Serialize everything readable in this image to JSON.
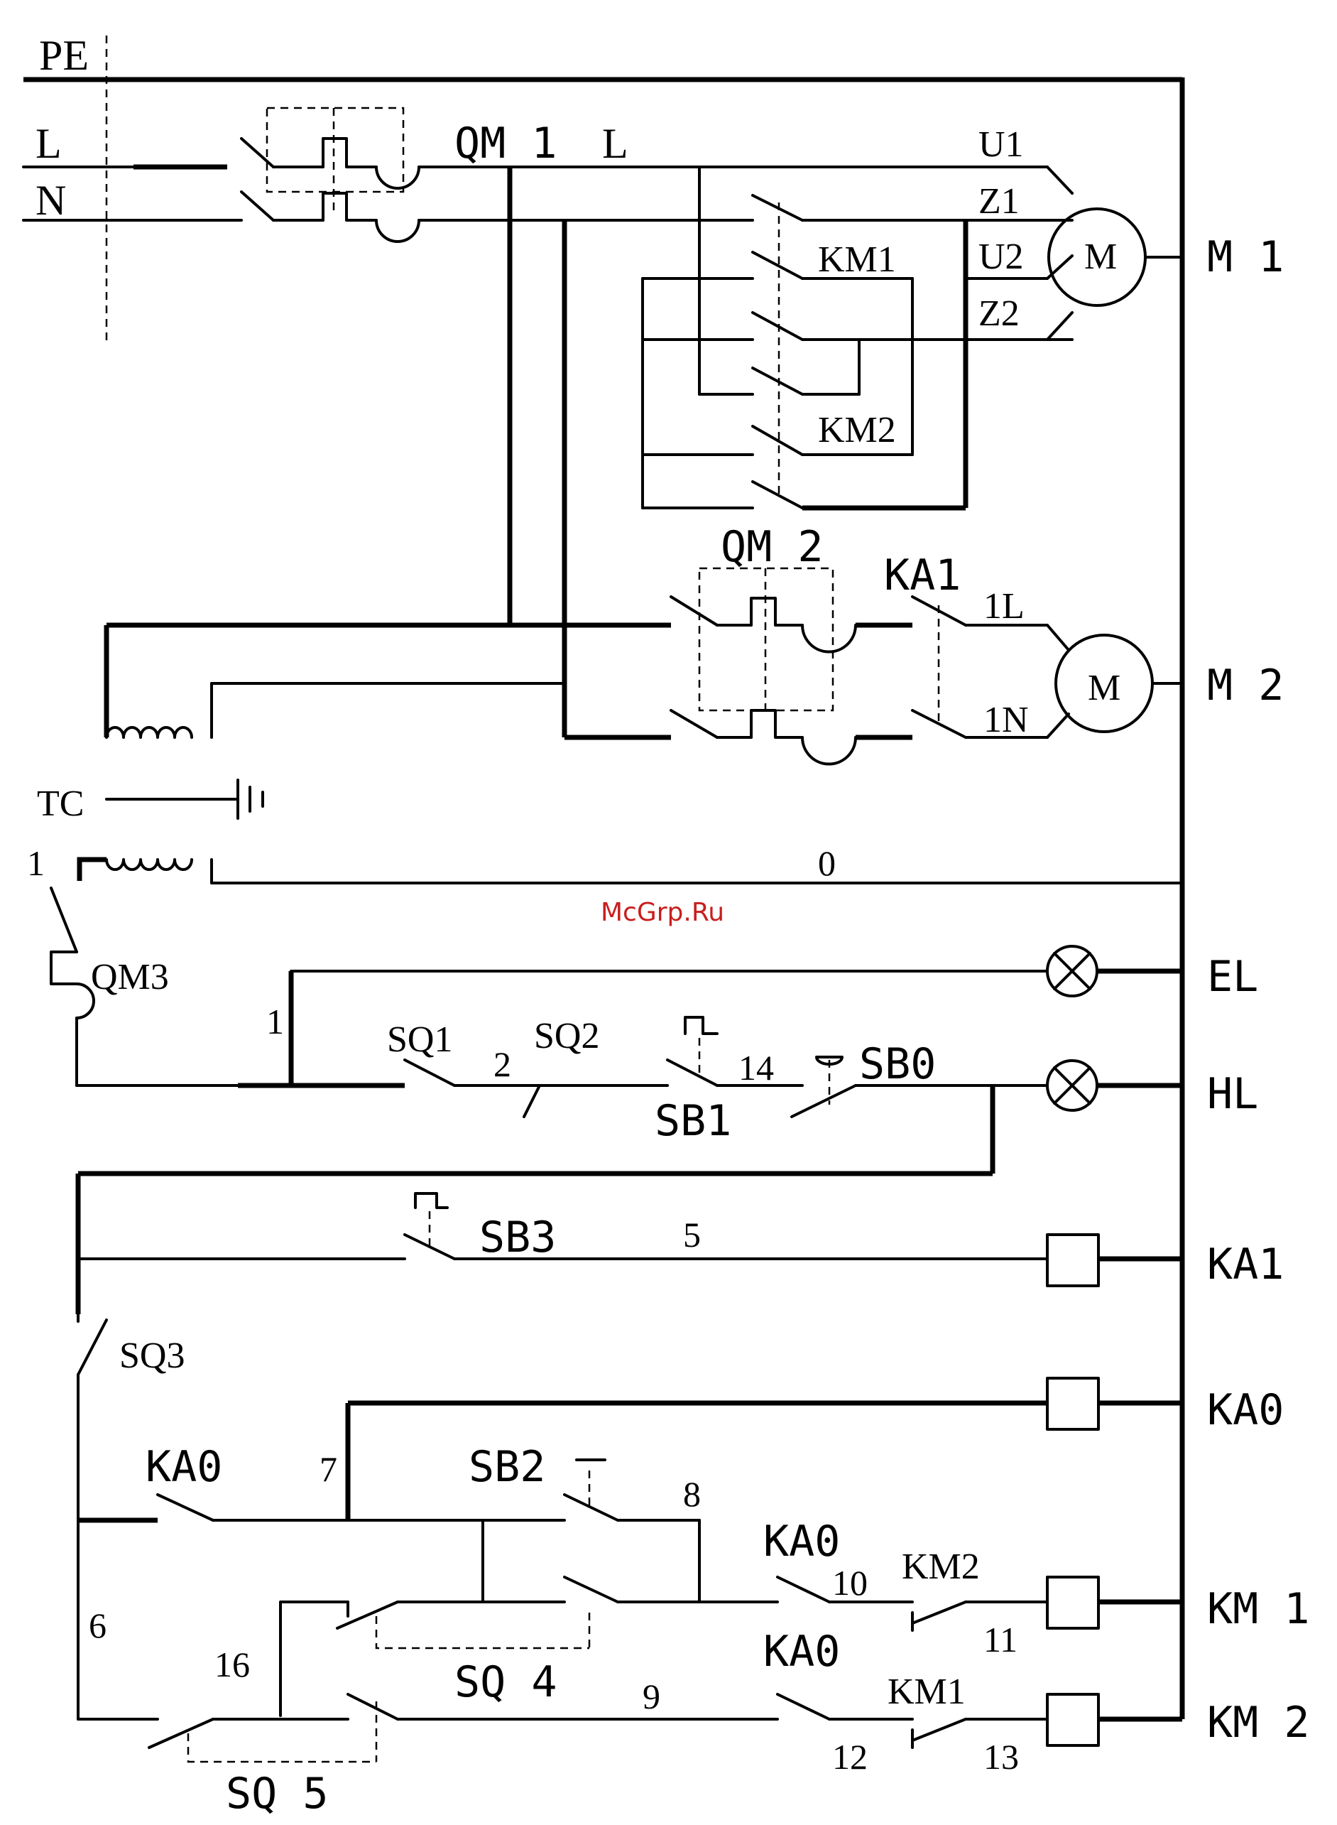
{
  "watermark": "McGrp.Ru",
  "bus_labels": {
    "pe": "PE",
    "l": "L",
    "n": "N",
    "l2": "L"
  },
  "breakers": {
    "qm1": "QM 1",
    "qm2": "QM 2",
    "qm3": "QM3"
  },
  "transformer": {
    "tc": "TC"
  },
  "motor1": {
    "id": "M 1",
    "symbol": "M",
    "terminals": [
      "U1",
      "Z1",
      "U2",
      "Z2"
    ]
  },
  "motor2": {
    "id": "M 2",
    "symbol": "M",
    "terminals": [
      "1L",
      "1N"
    ]
  },
  "contactors": {
    "km1": "KM1",
    "km2": "KM2",
    "ka1": "KA1"
  },
  "loads": {
    "el": "EL",
    "hl": "HL",
    "ka1": "KA1",
    "ka0": "KA0",
    "km1": "KM 1",
    "km2": "KM 2"
  },
  "contacts": {
    "sq1": "SQ1",
    "sq2": "SQ2",
    "sb1": "SB1",
    "sb0": "SB0",
    "sb3": "SB3",
    "sq3": "SQ3",
    "ka0_a": "KA0",
    "sb2": "SB2",
    "ka0_b": "KA0",
    "km2_nc": "KM2",
    "sq4": "SQ 4",
    "ka0_c": "KA0",
    "km1_nc": "KM1",
    "sq5": "SQ 5"
  },
  "wire_numbers": [
    "0",
    "1",
    "1",
    "2",
    "14",
    "5",
    "6",
    "7",
    "8",
    "10",
    "11",
    "16",
    "9",
    "12",
    "13"
  ]
}
